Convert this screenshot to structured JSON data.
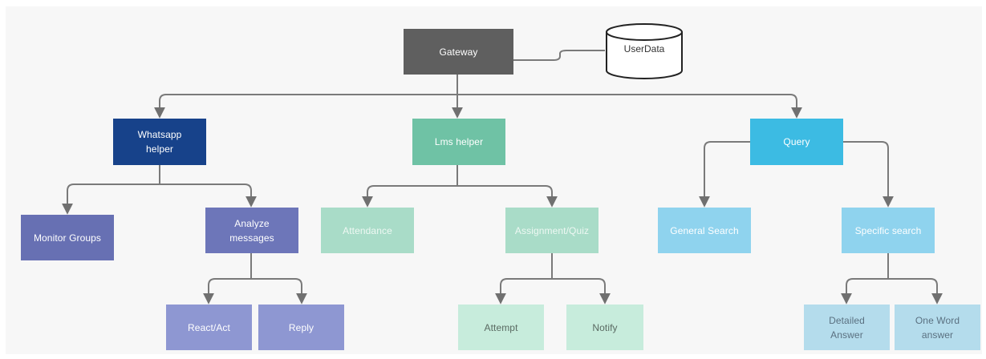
{
  "diagram": {
    "gateway": {
      "label": "Gateway",
      "color": "#5f5f5f",
      "text_color": "#ffffff"
    },
    "userdata": {
      "label": "UserData"
    },
    "whatsapp": {
      "label": "Whatsapp\nhelper",
      "color": "#17428a",
      "text_color": "#ffffff"
    },
    "lms": {
      "label": "Lms helper",
      "color": "#6fc2a5",
      "text_color": "#ffffff"
    },
    "query": {
      "label": "Query",
      "color": "#3cbbe3",
      "text_color": "#ffffff"
    },
    "monitor_groups": {
      "label": "Monitor Groups",
      "color": "#6770b3",
      "text_color": "#ffffff"
    },
    "analyze_messages": {
      "label": "Analyze\nmessages",
      "color": "#6d76b9",
      "text_color": "#ffffff"
    },
    "react_act": {
      "label": "React/Act",
      "color": "#8e97d2",
      "text_color": "#ffffff"
    },
    "reply": {
      "label": "Reply",
      "color": "#8e97d2",
      "text_color": "#ffffff"
    },
    "attendance": {
      "label": "Attendance",
      "color": "#a9dcc8",
      "text_color": "#eef8f3"
    },
    "assignment_quiz": {
      "label": "Assignment/Quiz",
      "color": "#a9dcc8",
      "text_color": "#eef8f3"
    },
    "attempt": {
      "label": "Attempt",
      "color": "#c7ecdc",
      "text_color": "#5a6a62"
    },
    "notify": {
      "label": "Notify",
      "color": "#c7ecdc",
      "text_color": "#5a6a62"
    },
    "general_search": {
      "label": "General Search",
      "color": "#8fd3ee",
      "text_color": "#ffffff"
    },
    "specific_search": {
      "label": "Specific search",
      "color": "#8fd3ee",
      "text_color": "#ffffff"
    },
    "detailed_answer": {
      "label": "Detailed\nAnswer",
      "color": "#b4dcec",
      "text_color": "#5a7080"
    },
    "one_word_answer": {
      "label": "One Word\nanswer",
      "color": "#b4dcec",
      "text_color": "#5a7080"
    }
  }
}
